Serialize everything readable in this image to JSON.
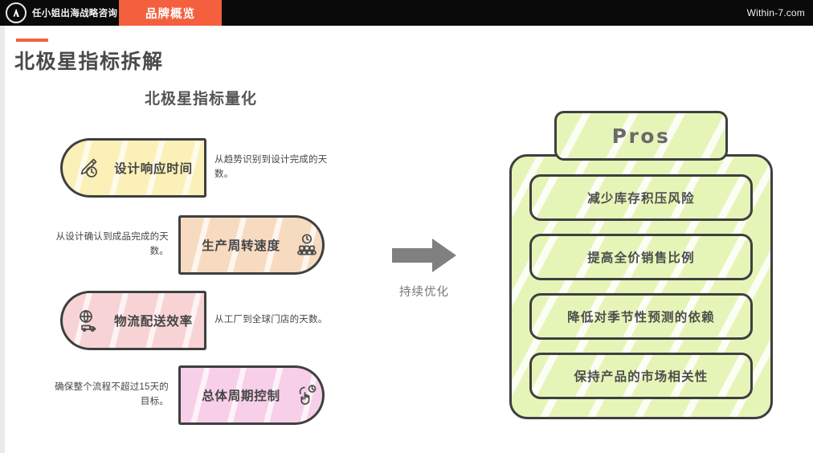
{
  "header": {
    "logo_icon": "circular-arrow-logo-icon",
    "brand_name": "任小姐出海战略咨询",
    "active_tab": "品牌概览",
    "site_url": "Within-7.com"
  },
  "page": {
    "title": "北极星指标拆解",
    "accent_color": "#f4603e"
  },
  "left_panel": {
    "section_title": "北极星指标量化",
    "metrics": [
      {
        "label": "设计响应时间",
        "description": "从趋势识别到设计完成的天数。",
        "icon": "pencil-clock-icon",
        "fill": "#fbf1b8",
        "shape": "left-round",
        "desc_side": "right"
      },
      {
        "label": "生产周转速度",
        "description": "从设计确认到成品完成的天数。",
        "icon": "conveyor-clock-icon",
        "fill": "#f7dbc1",
        "shape": "right-round",
        "desc_side": "left"
      },
      {
        "label": "物流配送效率",
        "description": "从工厂到全球门店的天数。",
        "icon": "globe-truck-icon",
        "fill": "#f8d3d6",
        "shape": "left-round",
        "desc_side": "right"
      },
      {
        "label": "总体周期控制",
        "description": "确保整个流程不超过15天的目标。",
        "icon": "hand-tap-clock-icon",
        "fill": "#f7cfe8",
        "shape": "right-round",
        "desc_side": "left"
      }
    ]
  },
  "connector": {
    "icon": "right-arrow-icon",
    "label": "持续优化",
    "color": "#8a8a8a"
  },
  "right_panel": {
    "tab_label": "Pros",
    "fill": "#e5f5b8",
    "items": [
      {
        "label": "减少库存积压风险"
      },
      {
        "label": "提高全价销售比例"
      },
      {
        "label": "降低对季节性预测的依赖"
      },
      {
        "label": "保持产品的市场相关性"
      }
    ]
  }
}
